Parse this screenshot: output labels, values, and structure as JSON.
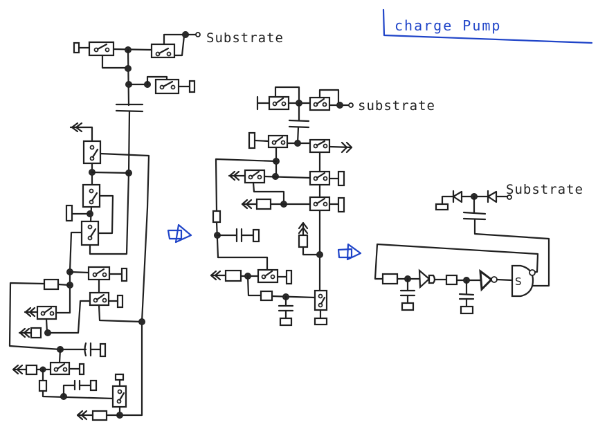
{
  "title": "charge Pump",
  "colors": {
    "ink": "#1f1f1f",
    "title_ink": "#1f44c8",
    "paper": "#ffffff"
  },
  "circuits": [
    {
      "name": "left-switch-network",
      "terminal_label": "Substrate"
    },
    {
      "name": "middle-switch-network",
      "terminal_label": "substrate"
    },
    {
      "name": "right-oscillator-diode-pump",
      "terminal_label": "Substrate",
      "gate_label": "S"
    }
  ],
  "arrows": [
    {
      "name": "transform-arrow-1",
      "icon": "hollow-right-arrow"
    },
    {
      "name": "transform-arrow-2",
      "icon": "hollow-right-arrow"
    }
  ]
}
